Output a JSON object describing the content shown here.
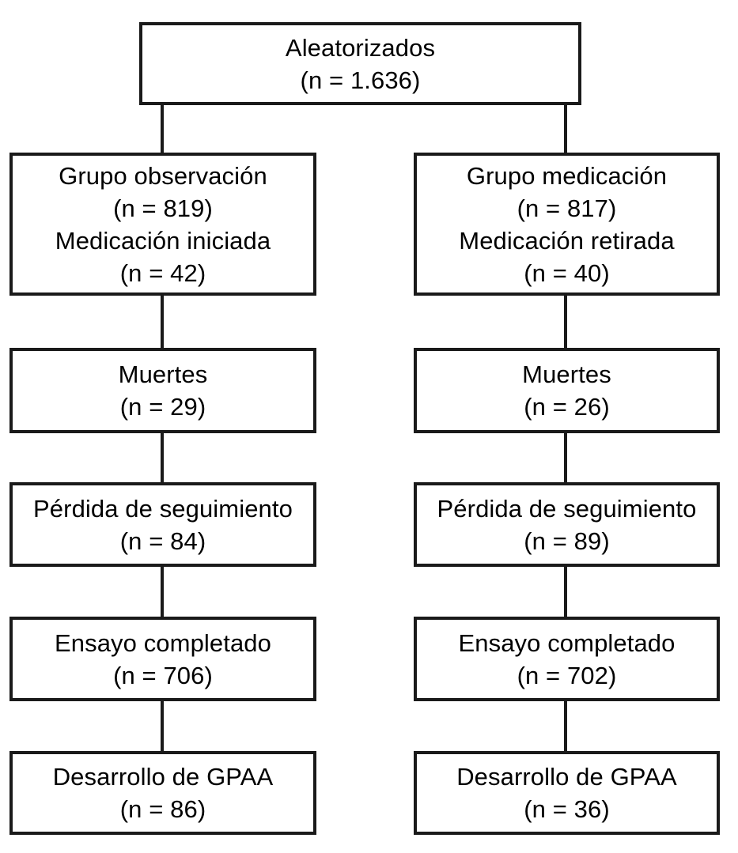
{
  "diagram": {
    "type": "consort-flow-diagram",
    "language": "es",
    "stroke_color": "#1a1a1a",
    "background_color": "#ffffff",
    "root": {
      "name": "Aleatorizados",
      "lines": [
        "Aleatorizados",
        "(n = 1.636)"
      ],
      "count": 1636
    },
    "arms": [
      {
        "id": "observacion",
        "stages": [
          {
            "id": "allocation",
            "lines": [
              "Grupo observación",
              "(n = 819)",
              "Medicación iniciada",
              "(n = 42)"
            ],
            "count": 819,
            "secondary_count": 42
          },
          {
            "id": "muertes",
            "lines": [
              "Muertes",
              "(n = 29)"
            ],
            "count": 29
          },
          {
            "id": "perdida-seguimiento",
            "lines": [
              "Pérdida de seguimiento",
              "(n = 84)"
            ],
            "count": 84
          },
          {
            "id": "ensayo-completado",
            "lines": [
              "Ensayo completado",
              "(n = 706)"
            ],
            "count": 706
          },
          {
            "id": "desarrollo-gpaa",
            "lines": [
              "Desarrollo de GPAA",
              "(n = 86)"
            ],
            "count": 86
          }
        ]
      },
      {
        "id": "medicacion",
        "stages": [
          {
            "id": "allocation",
            "lines": [
              "Grupo medicación",
              "(n = 817)",
              "Medicación retirada",
              "(n = 40)"
            ],
            "count": 817,
            "secondary_count": 40
          },
          {
            "id": "muertes",
            "lines": [
              "Muertes",
              "(n = 26)"
            ],
            "count": 26
          },
          {
            "id": "perdida-seguimiento",
            "lines": [
              "Pérdida de seguimiento",
              "(n = 89)"
            ],
            "count": 89
          },
          {
            "id": "ensayo-completado",
            "lines": [
              "Ensayo completado",
              "(n = 702)"
            ],
            "count": 702
          },
          {
            "id": "desarrollo-gpaa",
            "lines": [
              "Desarrollo de GPAA",
              "(n = 36)"
            ],
            "count": 36
          }
        ]
      }
    ]
  }
}
